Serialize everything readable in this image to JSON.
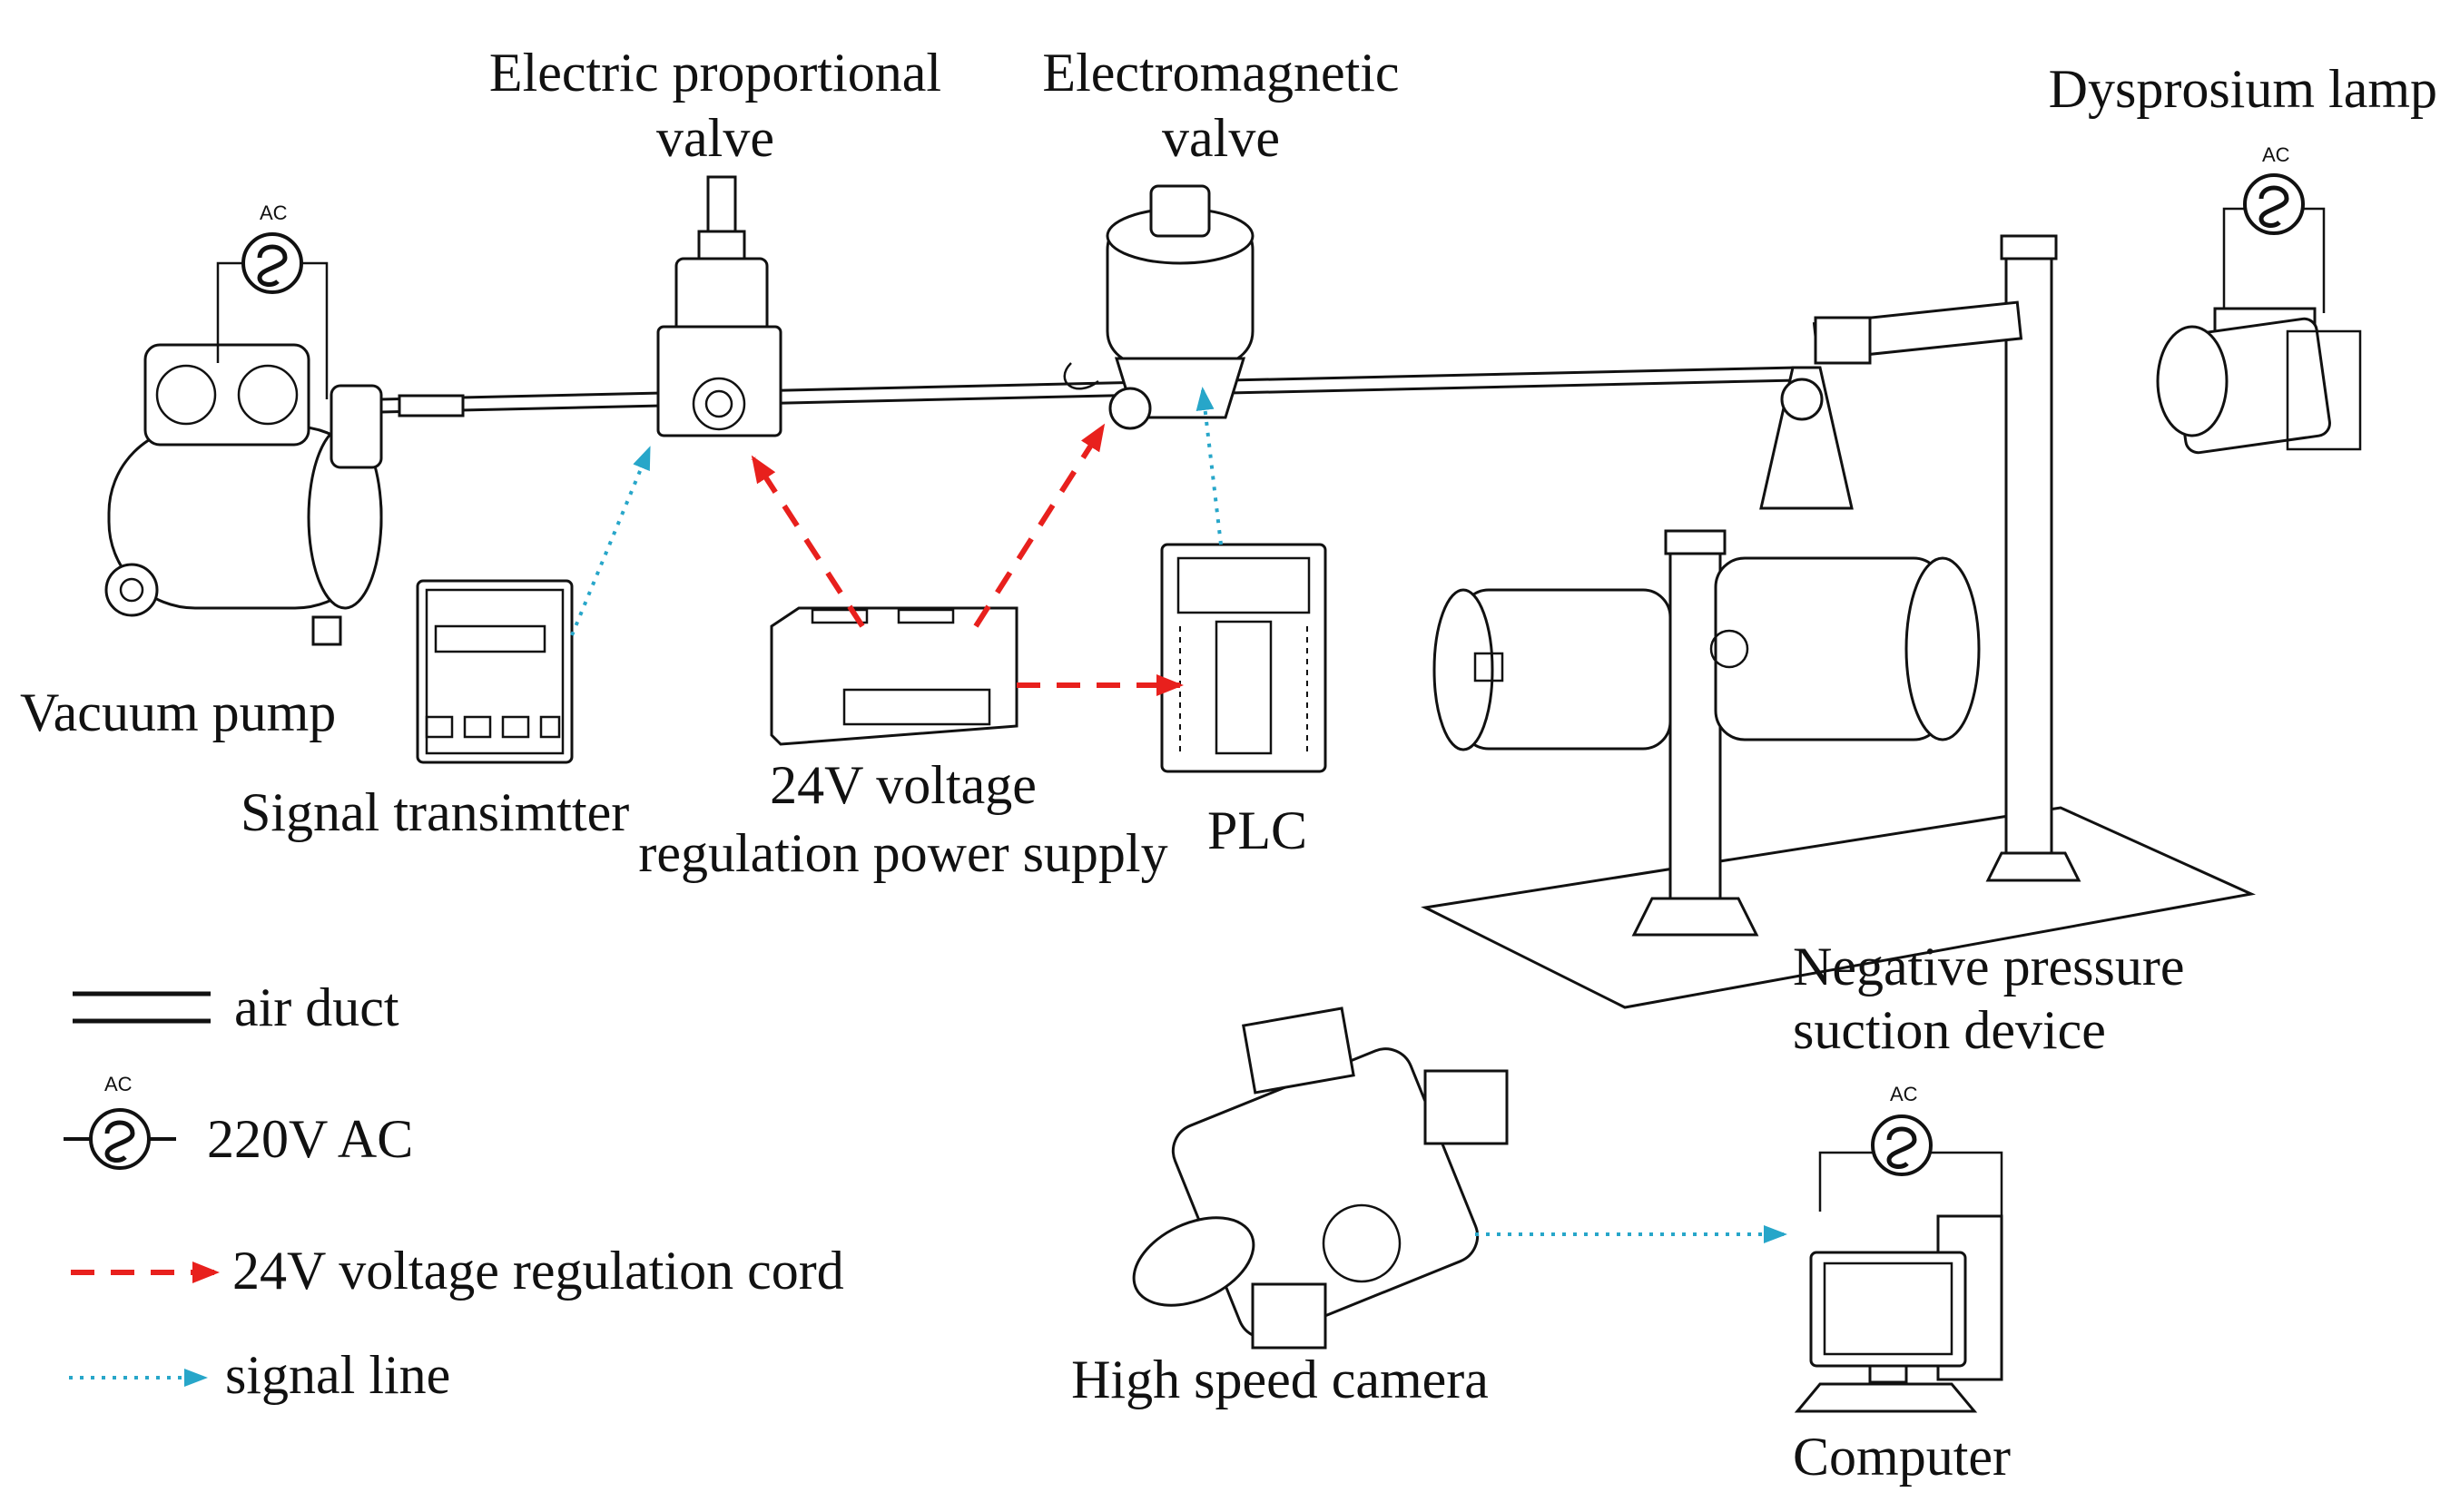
{
  "labels": {
    "electric_valve_line1": "Electric proportional",
    "electric_valve_line2": "valve",
    "electromagnetic_valve_line1": "Electromagnetic",
    "electromagnetic_valve_line2": "valve",
    "dysprosium_lamp": "Dysprosium lamp",
    "vacuum_pump": "Vacuum pump",
    "signal_transmitter": "Signal transimtter",
    "power_supply_line1": "24V voltage",
    "power_supply_line2": "regulation power supply",
    "plc": "PLC",
    "suction_device_line1": "Negative pressure",
    "suction_device_line2": "suction device",
    "camera": "High speed camera",
    "computer": "Computer",
    "ac_tag": "AC"
  },
  "legend": {
    "air_duct": "air duct",
    "ac_220": "220V AC",
    "regulation_cord": "24V voltage regulation cord",
    "signal_line": "signal line"
  },
  "colors": {
    "regulation_cord": "#e8201d",
    "signal_line": "#27a6c9",
    "line_art": "#111111"
  }
}
